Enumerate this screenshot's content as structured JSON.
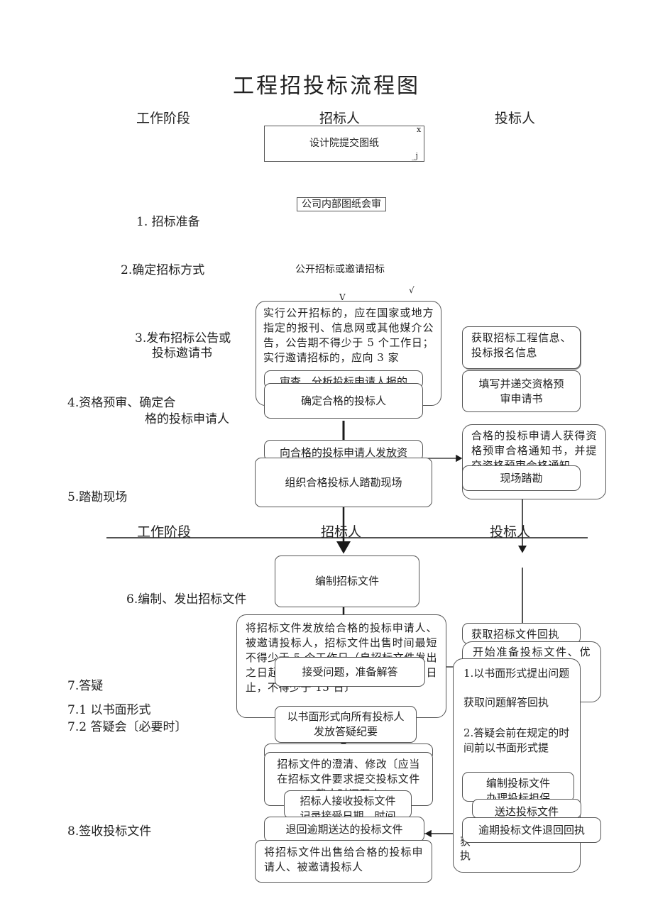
{
  "title": "工程招投标流程图",
  "header_top": {
    "stage": "工作阶段",
    "tenderer": "招标人",
    "bidder": "投标人"
  },
  "header_mid": {
    "stage": "工作阶段",
    "tenderer": "招标人",
    "bidder": "投标人"
  },
  "stages": {
    "s1": "1. 招标准备",
    "s2": "2.确定招标方式",
    "s3a": "3.发布招标公告或",
    "s3b": "投标邀请书",
    "s4a": "4.资格预审、确定合",
    "s4b": "格的投标申请人",
    "s5": "5.踏勘现场",
    "s6": "6.编制、发出招标文件",
    "s7": "7.答疑",
    "s71": "7.1 以书面形式",
    "s72": "7.2 答疑会〔必要时〕",
    "s8": "8.签收投标文件"
  },
  "marks": {
    "x": "x",
    "j": "_j",
    "v": "V",
    "check": "√"
  },
  "nodes": {
    "design_submit": "设计院提交图纸",
    "internal_review": "公司内部图纸会审",
    "method": "公开招标或邀请招标",
    "public_notice": "实行公开招标的，应在国家或地方指定的报刊、信息网或其他媒介公告，公告期不得少于 5 个工作日；实行邀请招标的，应向 3 家",
    "review_applicants": "审查、分析投标申请人报的",
    "confirm_qualified": "确定合格的投标人",
    "get_info": "获取招标工程信息、投标报名信息",
    "fill_prequal": "填写并递交资格预审申请书",
    "issue_to_qualified": "向合格的投标申请人发放资",
    "organize_site": "组织合格投标人踏勘现场",
    "notice_received": "合格的投标申请人获得资格预审合格通知书，并提交资格预审合格通知",
    "site_visit": "现场踏勘",
    "compile_docs": "编制招标文件",
    "distribute_docs": "将招标文件发放给合格的投标申请人、被邀请投标人，招标文件出售时间最短不得少于 5 个工作日（自招标文件发出之日起至投标人提交投标文件截止之日止，不得少于 15 日〕",
    "accept_questions": "接受问题，准备解答",
    "get_receipt": "获取招标文件回执",
    "start_prepare": "开始准备投标文件、优先准备资料",
    "written_questions": "1.以书面形式提出问题",
    "get_answer_receipt": "获取问题解答回执",
    "meeting_questions": "2.答疑会前在规定的时间前以书面形式提",
    "written_to_all": "以书面形式向所有投标人发放答疑纪要",
    "clarify_modify": "招标文件的澄清、修改〔应当在招标文件要求提交投标文件截止时间至少",
    "receive_bids": "招标人接收投标文件",
    "receive_bids_2": "记录接受日期、时间",
    "compile_bid": "编制投标文件",
    "bid_bond": "办理投标担保",
    "deliver_bid": "送达投标文件",
    "return_late": "退回逾期送达的投标文件",
    "late_receipt": "逾期投标文件退回回执",
    "sell_docs": "将招标文件出售给合格的投标申请人、被邀请投标人",
    "tail_zhi": "执",
    "tail_huo": "获"
  },
  "colors": {
    "line": "#1a1a1a",
    "border": "#555555"
  }
}
